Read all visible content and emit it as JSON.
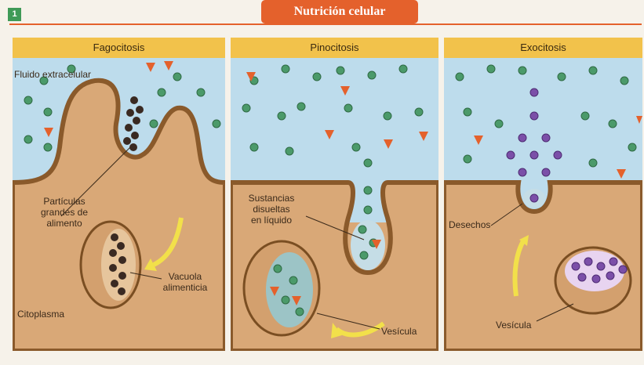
{
  "header": {
    "badge": "1",
    "title": "Nutrición celular"
  },
  "panels": {
    "fagocitosis": {
      "title": "Fagocitosis",
      "fluid_label": "Fluido extracelular",
      "particles_label_1": "Partículas",
      "particles_label_2": "grandes de",
      "particles_label_3": "alimento",
      "vacuole_label_1": "Vacuola",
      "vacuole_label_2": "alimenticia",
      "cytoplasm_label": "Citoplasma"
    },
    "pinocitosis": {
      "title": "Pinocitosis",
      "substances_label_1": "Sustancias",
      "substances_label_2": "disueltas",
      "substances_label_3": "en líquido",
      "vesicle_label": "Vesícula"
    },
    "exocitosis": {
      "title": "Exocitosis",
      "waste_label": "Desechos",
      "vesicle_label": "Vesícula"
    }
  },
  "colors": {
    "header_bar": "#f2c24b",
    "title_banner": "#e4612c",
    "fluid": "#bddcec",
    "cytoplasm": "#d9a877",
    "membrane": "#8a5a2b",
    "green_particle": "#4b9a6a",
    "triangle": "#e4612c",
    "purple_particle": "#7b4fa8"
  }
}
